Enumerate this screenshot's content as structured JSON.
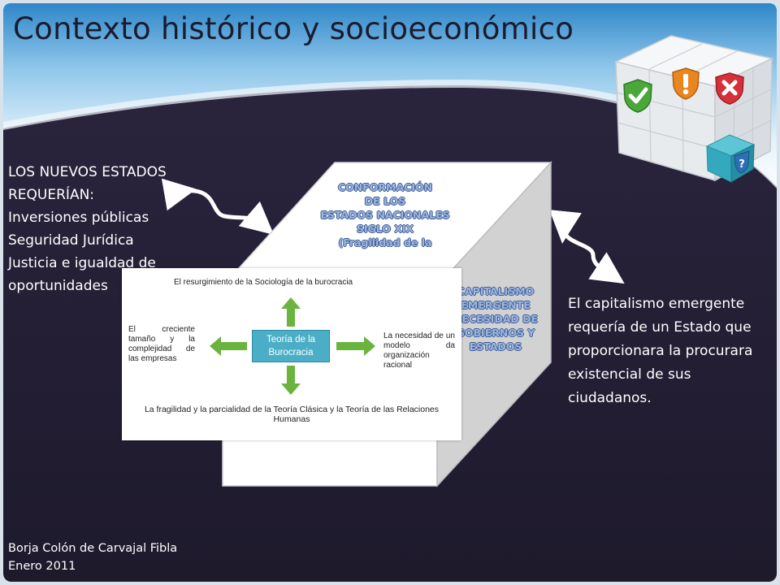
{
  "title": "Contexto histórico y socioeconómico",
  "left_block": {
    "lines": [
      "LOS NUEVOS ESTADOS",
      "REQUERÍAN:",
      "Inversiones públicas",
      "Seguridad Jurídica",
      "Justicia e igualdad de",
      "oportunidades"
    ]
  },
  "right_block": {
    "text": "El capitalismo emergente requería de un Estado que proporcionara la procurara existencial de sus ciudadanos."
  },
  "cube": {
    "top_lines": [
      "CONFORMACIÓN",
      "DE LOS",
      "ESTADOS NACIONALES",
      "SIGLO XIX",
      "(Fragilidad de la"
    ],
    "side_lines": [
      "CAPITALISMO",
      "EMERGENTE",
      "NECESIDAD DE",
      "GOBIERNOS Y",
      "ESTADOS"
    ]
  },
  "diagram": {
    "top": "El resurgimiento de la Sociología de la burocracia",
    "center": "Teoría de la Burocracia",
    "left": "El creciente tamaño y la complejidad de las empresas",
    "right": "La necesidad de un modelo da organización racional",
    "bottom": "La fragilidad y la parcialidad de la Teoría Clásica y la Teoría de las Relaciones Humanas"
  },
  "footer": {
    "author": "Borja Colón de Carvajal Fibla",
    "date": "Enero 2011"
  },
  "decor_icons": [
    "cube-icon",
    "check-shield-icon",
    "warning-shield-icon",
    "error-shield-icon",
    "help-shield-icon"
  ]
}
